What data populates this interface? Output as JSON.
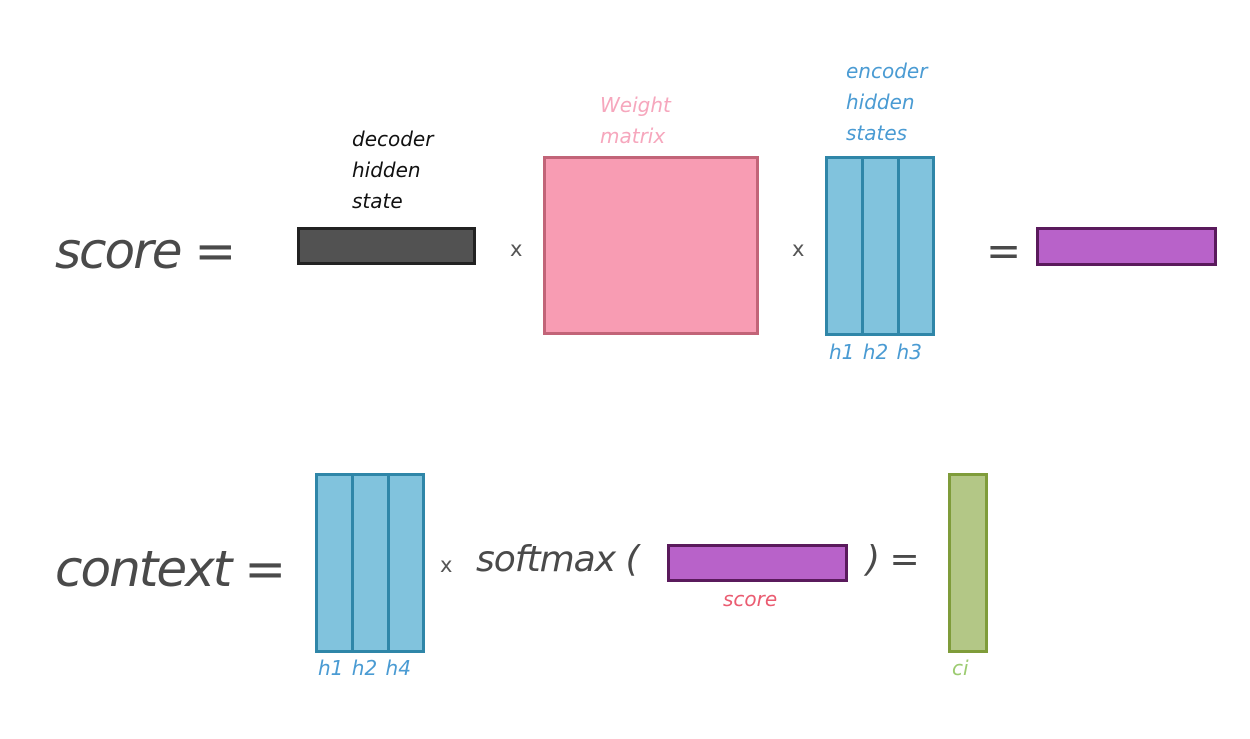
{
  "score_eq": {
    "label": "score =",
    "decoder_label": [
      "decoder",
      "hidden",
      "state"
    ],
    "times1": "x",
    "weight_label": [
      "Weight",
      "matrix"
    ],
    "times2": "x",
    "encoder_label": [
      "encoder",
      "hidden",
      "states"
    ],
    "encoder_cols": [
      "h1",
      "h2",
      "h3"
    ],
    "equals": "="
  },
  "context_eq": {
    "label": "context =",
    "encoder_cols": [
      "h1",
      "h2",
      "h4"
    ],
    "times": "x",
    "softmax_open": "softmax (",
    "softmax_close": ") =",
    "score_label": "score",
    "result_label": "ci"
  },
  "colors": {
    "text_dark": "#4a4a4a",
    "decoder_fill": "#525252",
    "weight_fill": "#f89cb3",
    "weight_border": "#c26478",
    "weight_text": "#f6a7bd",
    "encoder_fill": "#81c3dd",
    "encoder_border": "#2f86a8",
    "encoder_text": "#4a9bd3",
    "score_fill": "#b862c9",
    "score_border": "#5a1a5c",
    "score_text": "#ea5c71",
    "ci_fill": "#b3c786",
    "ci_border": "#7f9c3a",
    "ci_text": "#9ccb70"
  }
}
